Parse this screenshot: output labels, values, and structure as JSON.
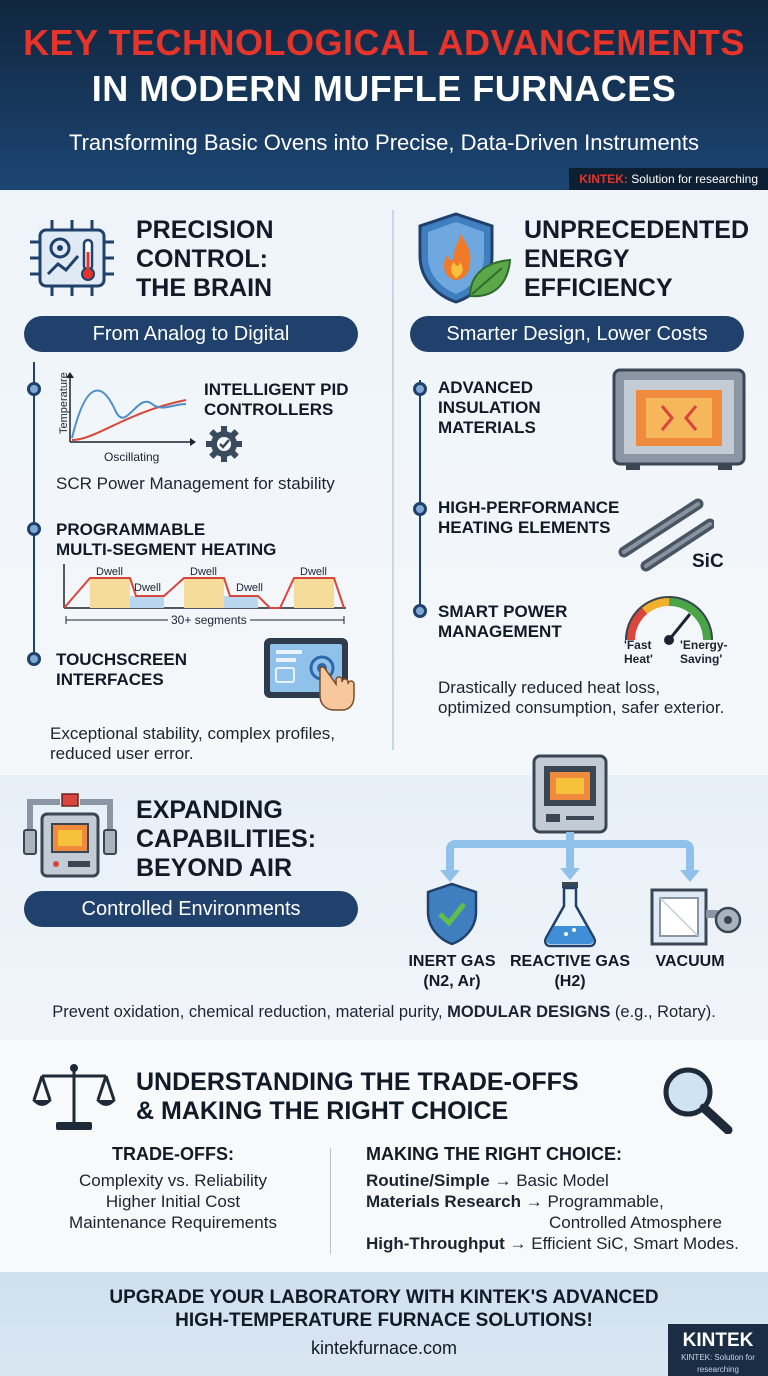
{
  "header": {
    "title_line1": "KEY TECHNOLOGICAL ADVANCEMENTS",
    "title_line2": "IN MODERN MUFFLE FURNACES",
    "subtitle": "Transforming Basic Ovens into Precise, Data-Driven Instruments",
    "credit_brand": "KINTEK:",
    "credit_text": " Solution for researching"
  },
  "precision": {
    "title_line1": "PRECISION",
    "title_line2": "CONTROL:",
    "title_line3": "THE BRAIN",
    "pill": "From Analog to Digital",
    "chart_ylabel": "Temperature",
    "chart_xlabel": "Oscillating",
    "pid_line1": "INTELLIGENT PID",
    "pid_line2": "CONTROLLERS",
    "scr": "SCR Power Management for stability",
    "prog_line1": "PROGRAMMABLE",
    "prog_line2": "MULTI-SEGMENT HEATING",
    "dwell": "Dwell",
    "segments": "30+ segments",
    "touch_line1": "TOUCHSCREEN",
    "touch_line2": "INTERFACES",
    "summary_line1": "Exceptional stability, complex profiles,",
    "summary_line2": "reduced user error."
  },
  "energy": {
    "title_line1": "UNPRECEDENTED",
    "title_line2": "ENERGY",
    "title_line3": "EFFICIENCY",
    "pill": "Smarter Design, Lower Costs",
    "insulation_line1": "ADVANCED",
    "insulation_line2": "INSULATION",
    "insulation_line3": "MATERIALS",
    "heating_line1": "HIGH-PERFORMANCE",
    "heating_line2": "HEATING ELEMENTS",
    "sic": "SiC",
    "power_line1": "SMART POWER",
    "power_line2": "MANAGEMENT",
    "gauge_left_line1": "'Fast",
    "gauge_left_line2": "Heat'",
    "gauge_right_line1": "'Energy-",
    "gauge_right_line2": "Saving'",
    "summary_line1": "Drastically reduced heat loss,",
    "summary_line2": "optimized consumption, safer exterior."
  },
  "capabilities": {
    "title_line1": "EXPANDING",
    "title_line2": "CAPABILITIES:",
    "title_line3": "BEYOND AIR",
    "pill": "Controlled Environments",
    "opt1_line1": "INERT GAS",
    "opt1_line2": "(N2, Ar)",
    "opt2_line1": "REACTIVE GAS",
    "opt2_line2": "(H2)",
    "opt3": "VACUUM",
    "summary_pre": "Prevent oxidation, chemical reduction, material purity, ",
    "summary_bold": "MODULAR DESIGNS",
    "summary_post": " (e.g., Rotary)."
  },
  "tradeoffs": {
    "title_line1": "UNDERSTANDING THE TRADE-OFFS",
    "title_line2": "& MAKING THE RIGHT CHOICE",
    "left_heading": "TRADE-OFFS:",
    "left_items": [
      "Complexity vs. Reliability",
      "Higher Initial Cost",
      "Maintenance Requirements"
    ],
    "right_heading": "MAKING THE RIGHT CHOICE:",
    "choice1_bold": "Routine/Simple",
    "choice1_rest": "Basic Model",
    "choice2_bold": "Materials Research",
    "choice2_rest": "Programmable,",
    "choice2_cont": "Controlled Atmosphere",
    "choice3_bold": "High-Throughput",
    "choice3_rest": "Efficient SiC, Smart Modes.",
    "arrow": "→"
  },
  "footer": {
    "cta_line1": "UPGRADE YOUR LABORATORY WITH KINTEK'S ADVANCED",
    "cta_line2": "HIGH-TEMPERATURE FURNACE SOLUTIONS!",
    "url": "kintekfurnace.com",
    "logo": "KINTEK",
    "logo_tag": "KINTEK: Solution for researching"
  },
  "colors": {
    "accent_red": "#e6342b",
    "navy": "#1f416b",
    "header_bg": "#17395e"
  }
}
